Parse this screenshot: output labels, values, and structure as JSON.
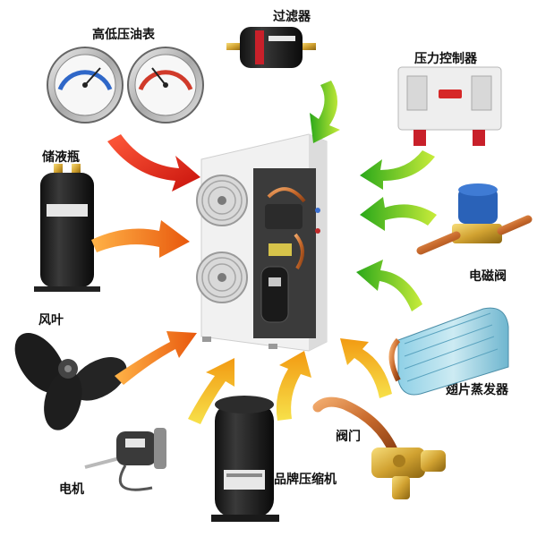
{
  "labels": {
    "gauges": "高低压油表",
    "filter": "过滤器",
    "pressure_controller": "压力控制器",
    "receiver": "储液瓶",
    "solenoid_valve": "电磁阀",
    "fan": "风叶",
    "evaporator": "翅片蒸发器",
    "valve": "阀门",
    "motor": "电机",
    "compressor": "品牌压缩机"
  },
  "colors": {
    "arrow_red": "#d8261c",
    "arrow_orange": "#ef7a16",
    "arrow_yellow": "#f2c318",
    "arrow_green": "#55c21a",
    "arrow_light_green": "#9fd81e"
  }
}
